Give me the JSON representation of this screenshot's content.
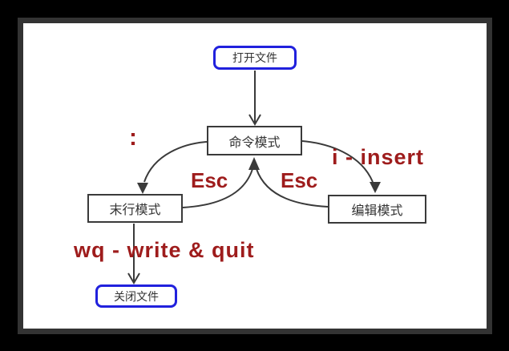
{
  "diagram": {
    "nodes": {
      "open_file": "打开文件",
      "command_mode": "命令模式",
      "last_line_mode": "末行模式",
      "edit_mode": "编辑模式",
      "close_file": "关闭文件"
    },
    "edges": {
      "colon": ":",
      "esc_left": "Esc",
      "esc_right": "Esc",
      "i_insert": "i - insert",
      "wq_write_quit": "wq - write & quit"
    },
    "colors": {
      "background": "#000000",
      "frame_border": "#333333",
      "canvas": "#ffffff",
      "line": "#3a3a3a",
      "node_border_gray": "#3a3a3a",
      "node_border_blue": "#2121dd",
      "edge_label_red": "#9e1c1c",
      "node_text": "#333333"
    }
  }
}
